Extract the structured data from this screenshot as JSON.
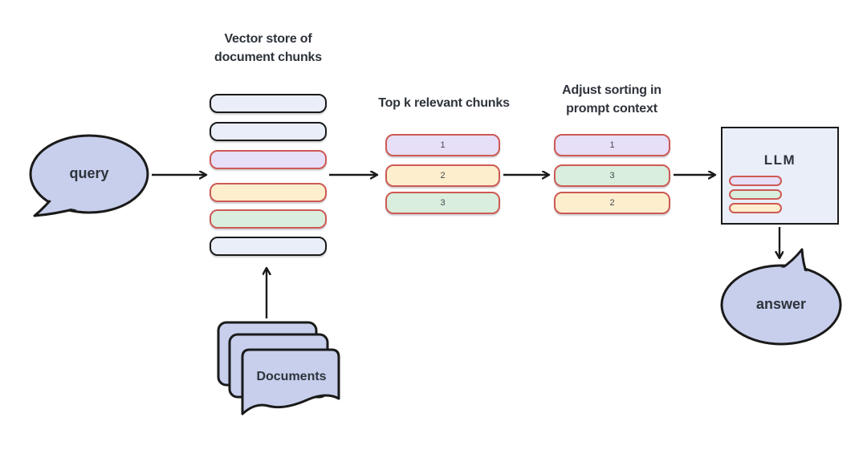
{
  "colors": {
    "bubble_fill": "#c7cfec",
    "chunk_blue": "#eaeef8",
    "chunk_purple": "#e7def8",
    "chunk_orange": "#fdeecd",
    "chunk_green": "#d9eedd",
    "red_border": "#cd5a54",
    "outline_black": "#1a1a1a",
    "text_dark": "#2e333b"
  },
  "query_bubble": {
    "label": "query"
  },
  "vector_store": {
    "title_lines": [
      "Vector store of",
      "document chunks"
    ],
    "rows": [
      {
        "color": "blue"
      },
      {
        "color": "blue"
      },
      {
        "color": "purple"
      },
      {
        "color": "orange"
      },
      {
        "color": "green"
      },
      {
        "color": "blue"
      }
    ]
  },
  "documents": {
    "label": "Documents"
  },
  "top_k": {
    "title": "Top k relevant chunks",
    "chunks": [
      {
        "label": "1",
        "color": "purple"
      },
      {
        "label": "2",
        "color": "orange"
      },
      {
        "label": "3",
        "color": "green"
      }
    ]
  },
  "adjust": {
    "title_lines": [
      "Adjust sorting in",
      "prompt context"
    ],
    "chunks": [
      {
        "label": "1",
        "color": "purple"
      },
      {
        "label": "3",
        "color": "green"
      },
      {
        "label": "2",
        "color": "orange"
      }
    ]
  },
  "llm": {
    "label": "LLM",
    "pills": [
      {
        "color": "purple"
      },
      {
        "color": "green"
      },
      {
        "color": "orange"
      }
    ]
  },
  "answer_bubble": {
    "label": "answer"
  }
}
